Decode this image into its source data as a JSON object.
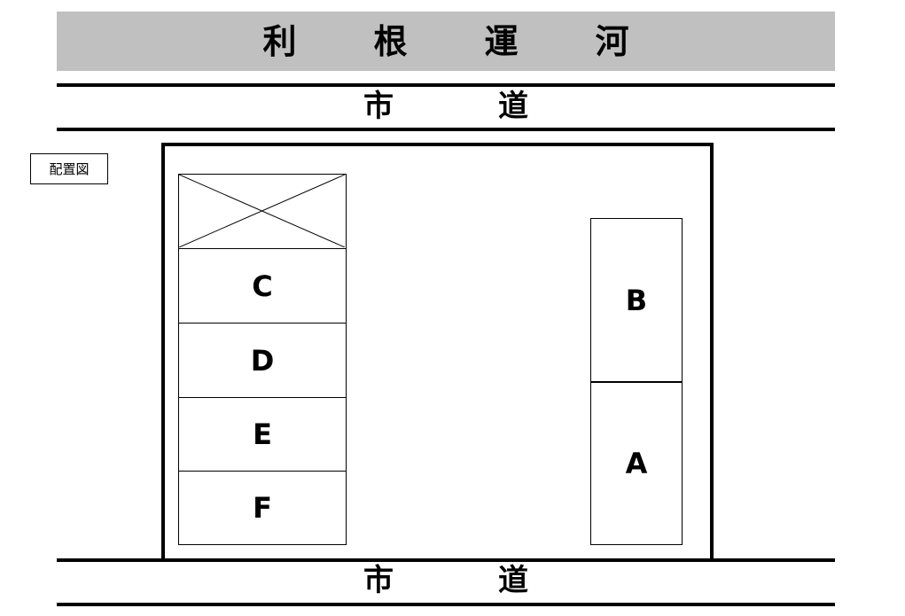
{
  "canal": {
    "chars": [
      "利",
      "根",
      "運",
      "河"
    ]
  },
  "road_top": {
    "chars": [
      "市",
      "道"
    ]
  },
  "road_bottom": {
    "chars": [
      "市",
      "道"
    ]
  },
  "legend": {
    "label": "配置図"
  },
  "spaces": {
    "left_column": [
      "C",
      "D",
      "E",
      "F"
    ],
    "right_column": [
      "B",
      "A"
    ]
  },
  "colors": {
    "banner": "#c0c0c0",
    "lines": "#000000",
    "background": "#ffffff"
  }
}
